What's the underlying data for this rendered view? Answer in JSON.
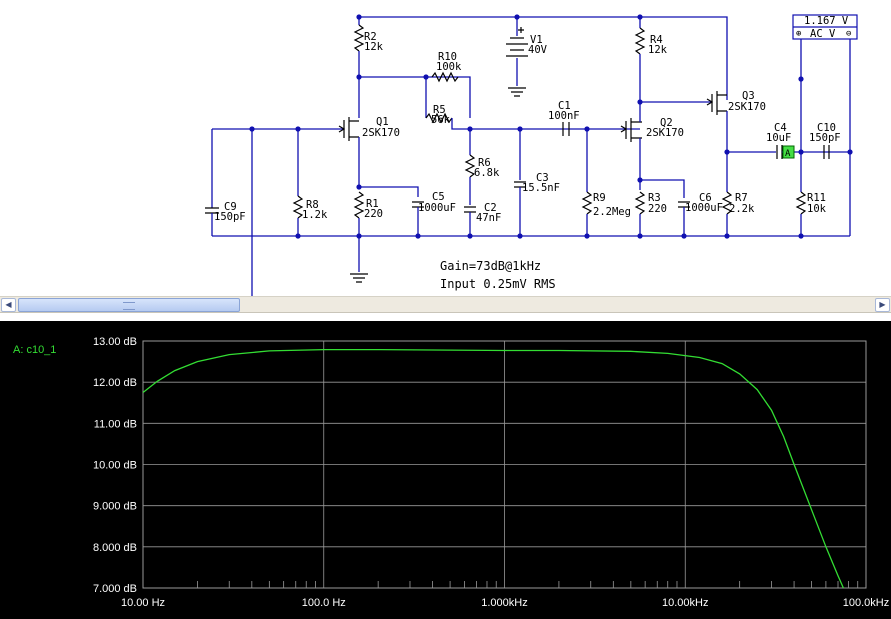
{
  "schematic": {
    "components": {
      "v1": {
        "ref": "V1",
        "value": "40V"
      },
      "r2": {
        "ref": "R2",
        "value": "12k"
      },
      "r10": {
        "ref": "R10",
        "value": "100k"
      },
      "r5": {
        "ref": "R5",
        "value": "56k"
      },
      "q1": {
        "ref": "Q1",
        "value": "2SK170"
      },
      "r6": {
        "ref": "R6",
        "value": "6.8k"
      },
      "c1": {
        "ref": "C1",
        "value": "100nF"
      },
      "r4": {
        "ref": "R4",
        "value": "12k"
      },
      "q2": {
        "ref": "Q2",
        "value": "2SK170"
      },
      "q3": {
        "ref": "Q3",
        "value": "2SK170"
      },
      "c4": {
        "ref": "C4",
        "value": "10uF"
      },
      "c10": {
        "ref": "C10",
        "value": "150pF"
      },
      "c9": {
        "ref": "C9",
        "value": "150pF"
      },
      "r8": {
        "ref": "R8",
        "value": "1.2k"
      },
      "r1": {
        "ref": "R1",
        "value": "220"
      },
      "c5": {
        "ref": "C5",
        "value": "1000uF"
      },
      "c2": {
        "ref": "C2",
        "value": "47nF"
      },
      "c3": {
        "ref": "C3",
        "value": "15.5nF"
      },
      "r9": {
        "ref": "R9",
        "value": "2.2Meg"
      },
      "r3": {
        "ref": "R3",
        "value": "220"
      },
      "c6": {
        "ref": "C6",
        "value": "1000uF"
      },
      "r7": {
        "ref": "R7",
        "value": "2.2k"
      },
      "r11": {
        "ref": "R11",
        "value": "10k"
      }
    },
    "probe_label": "A",
    "notes": {
      "gain": "Gain=73dB@1kHz",
      "input": "Input 0.25mV RMS"
    },
    "meter": {
      "reading": "1.167 V",
      "mode_plus": "⊕",
      "mode": "AC V",
      "mode_minus": "⊖"
    }
  },
  "scrollbar": {
    "left_arrow": "◀",
    "right_arrow": "▶"
  },
  "chart_data": {
    "type": "line",
    "title": "",
    "xlabel": "",
    "ylabel": "",
    "x_scale": "log",
    "xlim_hz": [
      10,
      100000
    ],
    "ylim_db": [
      7.0,
      13.0
    ],
    "grid": true,
    "x_ticks": [
      "10.00 Hz",
      "100.0 Hz",
      "1.000kHz",
      "10.00kHz",
      "100.0kHz"
    ],
    "y_ticks": [
      "7.000 dB",
      "8.000 dB",
      "9.000 dB",
      "10.00 dB",
      "11.00 dB",
      "12.00 dB",
      "13.00 dB"
    ],
    "series": [
      {
        "name": "A: c10_1",
        "color": "#33dd33",
        "points": [
          [
            10,
            11.75
          ],
          [
            12,
            12.02
          ],
          [
            15,
            12.28
          ],
          [
            20,
            12.5
          ],
          [
            30,
            12.67
          ],
          [
            50,
            12.76
          ],
          [
            100,
            12.79
          ],
          [
            200,
            12.79
          ],
          [
            500,
            12.78
          ],
          [
            1000,
            12.77
          ],
          [
            2000,
            12.77
          ],
          [
            5000,
            12.75
          ],
          [
            8000,
            12.7
          ],
          [
            12000,
            12.6
          ],
          [
            16000,
            12.45
          ],
          [
            20000,
            12.2
          ],
          [
            25000,
            11.82
          ],
          [
            30000,
            11.32
          ],
          [
            35000,
            10.68
          ],
          [
            40000,
            10.0
          ],
          [
            50000,
            8.9
          ],
          [
            60000,
            8.0
          ],
          [
            70000,
            7.3
          ],
          [
            75000,
            7.0
          ]
        ]
      }
    ]
  }
}
